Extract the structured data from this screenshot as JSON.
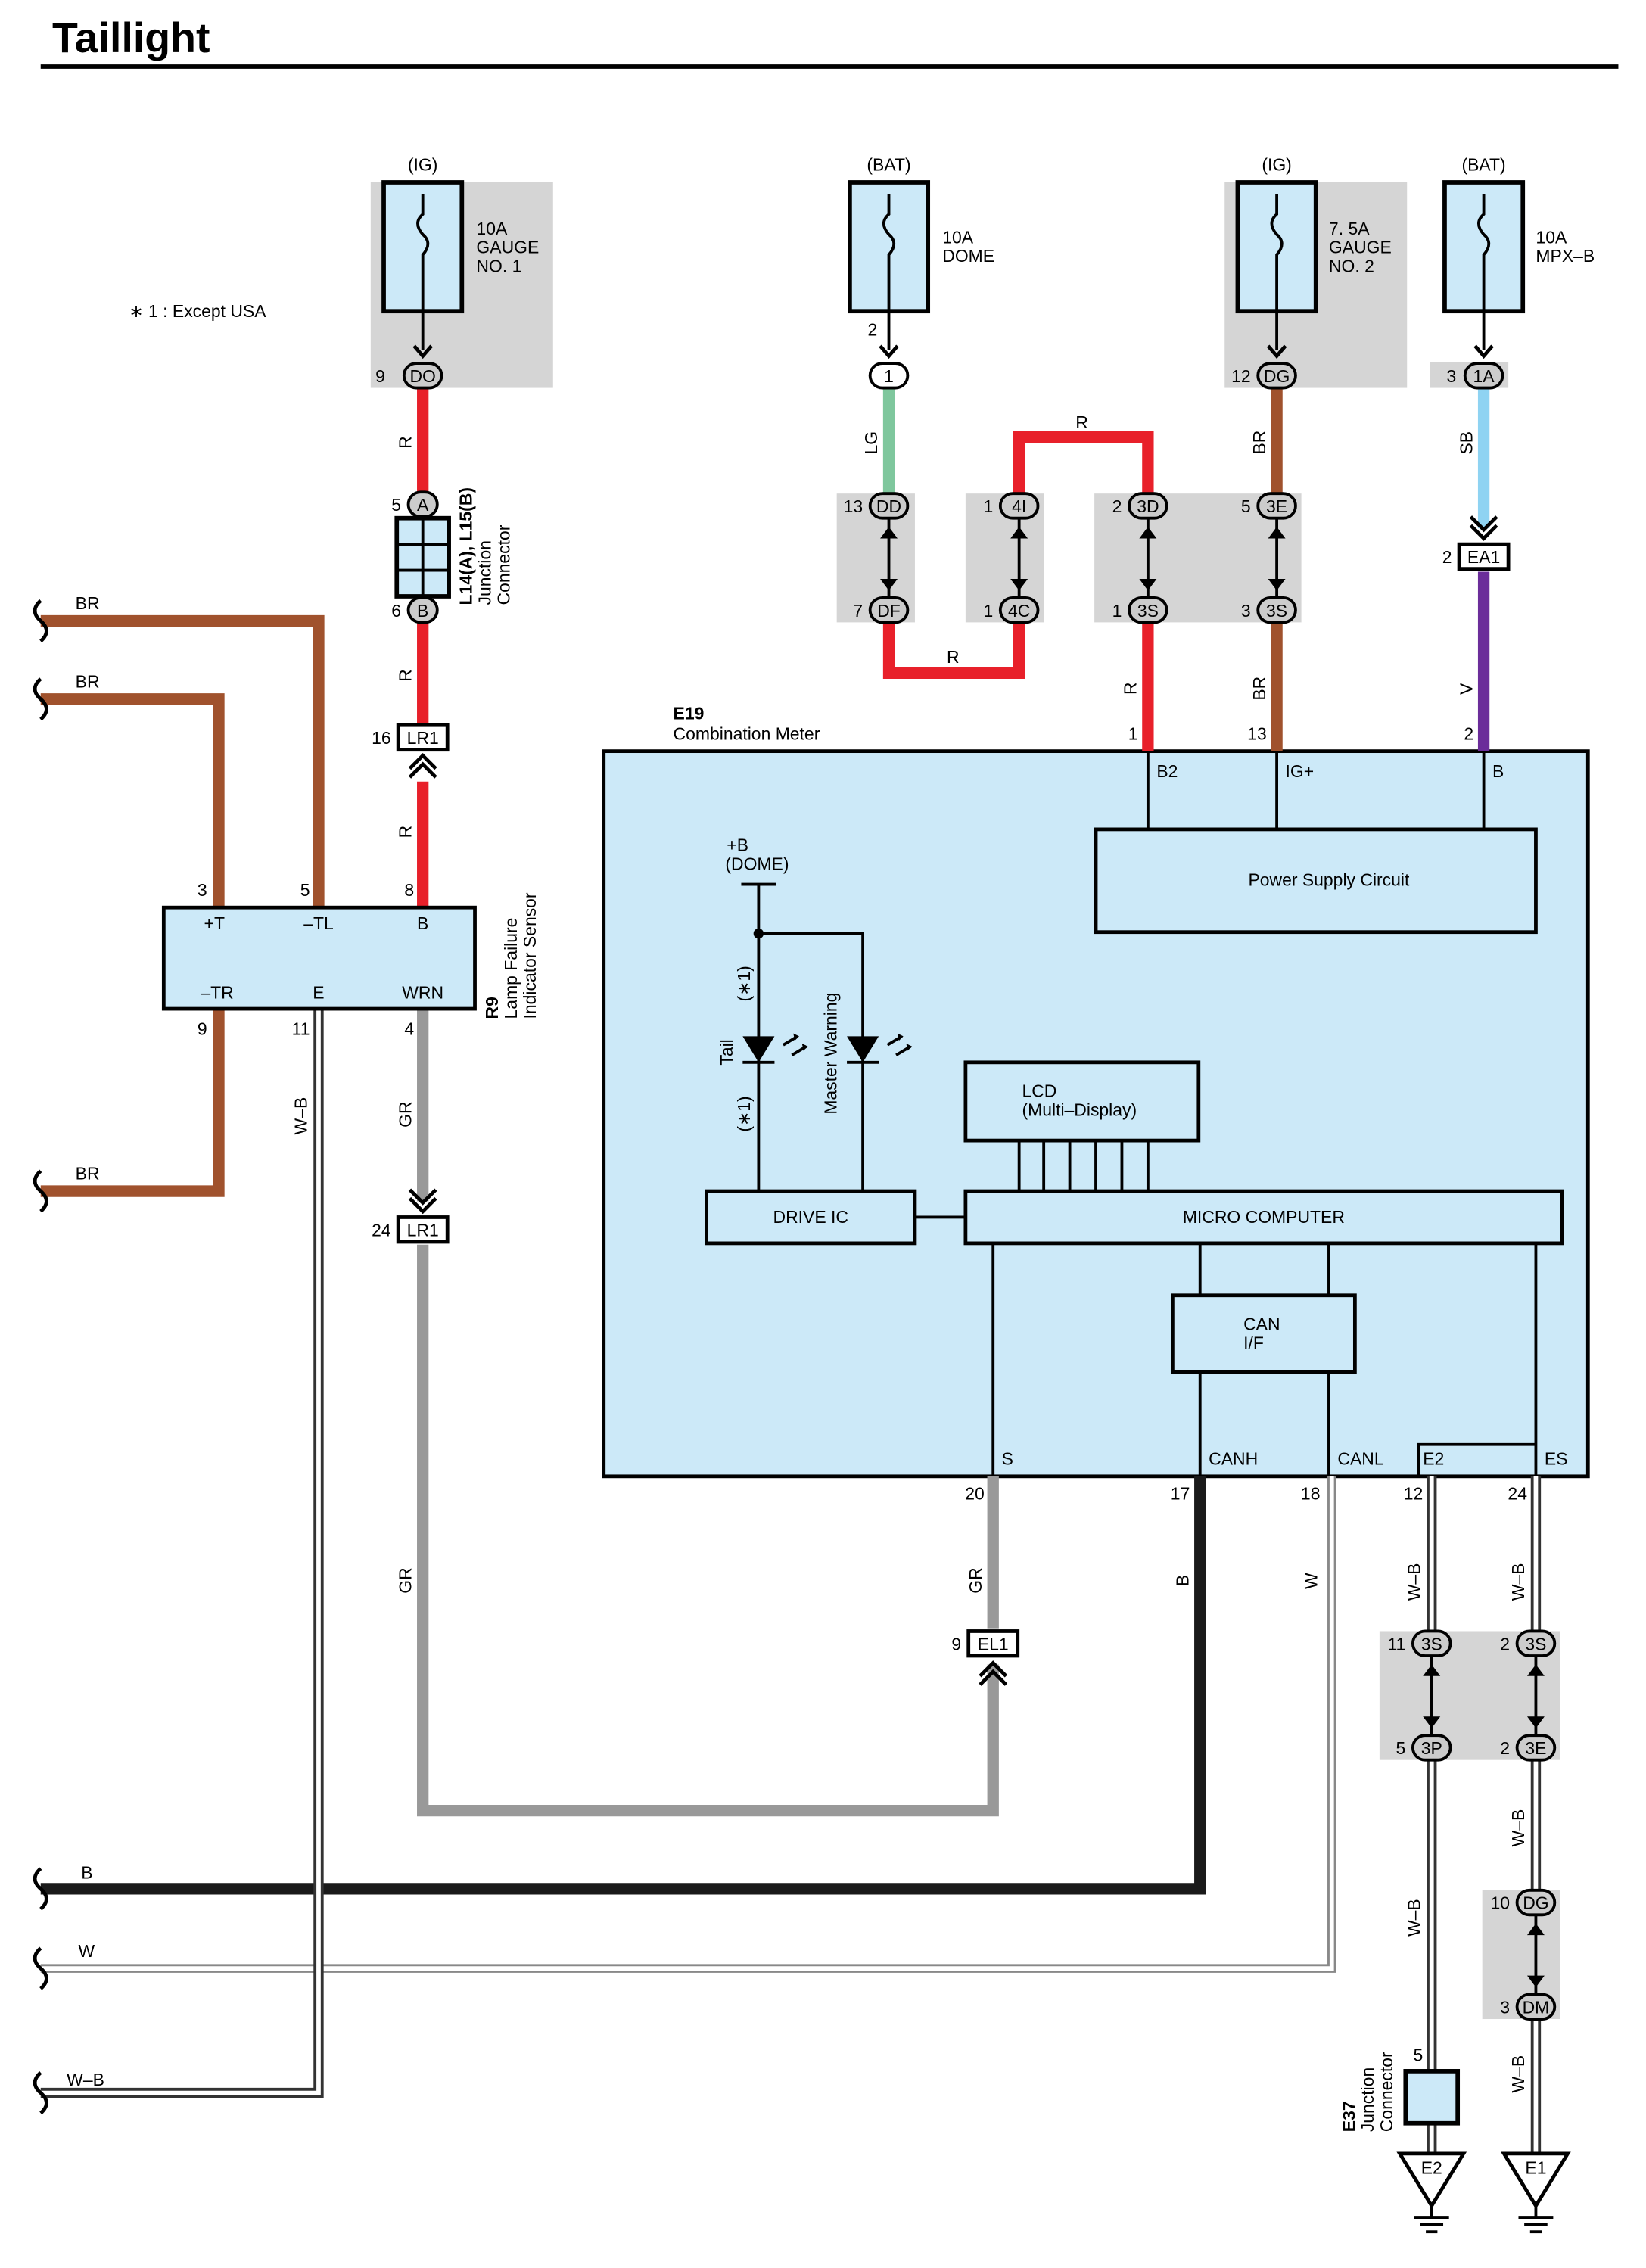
{
  "title": "Taillight",
  "footnote": "∗ 1 : Except USA",
  "colors": {
    "red": "#e8202a",
    "brown": "#a0522d",
    "gray": "#999999",
    "black": "#1a1a1a",
    "lightgreen": "#7fc79d",
    "lightblue": "#8fd3f2",
    "purple": "#6b2d9a",
    "meter_fill": "#cce9f8",
    "connector_shade": "#d5d5d5"
  },
  "fuses": {
    "gauge1": {
      "source": "(IG)",
      "l1": "10A",
      "l2": "GAUGE",
      "l3": "NO. 1"
    },
    "dome": {
      "source": "(BAT)",
      "l1": "10A",
      "l2": "DOME"
    },
    "gauge2": {
      "source": "(IG)",
      "l1": "7. 5A",
      "l2": "GAUGE",
      "l3": "NO. 2"
    },
    "mpxb": {
      "source": "(BAT)",
      "l1": "10A",
      "l2": "MPX–B"
    }
  },
  "connectors": {
    "DO": "DO",
    "c1": "1",
    "DG": "DG",
    "1A": "1A",
    "A": "A",
    "B": "B",
    "DD": "DD",
    "DF": "DF",
    "4I": "4I",
    "4C": "4C",
    "3D": "3D",
    "3S": "3S",
    "3E": "3E",
    "EA1": "EA1",
    "LR1": "LR1",
    "EL1": "EL1",
    "3P": "3P",
    "DM": "DM",
    "E2": "E2",
    "E1": "E1"
  },
  "pins": {
    "p9": "9",
    "p2": "2",
    "p12": "12",
    "p3": "3",
    "p5": "5",
    "p6": "6",
    "p13": "13",
    "p7": "7",
    "p1": "1",
    "p16": "16",
    "p8": "8",
    "p4": "4",
    "p11": "11",
    "p24": "24",
    "p20": "20",
    "p17": "17",
    "p18": "18",
    "p10": "10"
  },
  "wires": {
    "R": "R",
    "LG": "LG",
    "BR": "BR",
    "SB": "SB",
    "V": "V",
    "GR": "GR",
    "WB": "W–B",
    "B": "B",
    "W": "W"
  },
  "junction_l14": {
    "code": "L14(A), L15(B)",
    "l1": "Junction",
    "l2": "Connector"
  },
  "junction_e37": {
    "code": "E37",
    "l1": "Junction",
    "l2": "Connector"
  },
  "sensor": {
    "code": "R9",
    "l1": "Lamp Failure",
    "l2": "Indicator Sensor",
    "t_pos": "+T",
    "tl": "–TL",
    "b": "B",
    "tr": "–TR",
    "e": "E",
    "wrn": "WRN"
  },
  "meter": {
    "code": "E19",
    "name": "Combination Meter",
    "b2": "B2",
    "igp": "IG+",
    "b": "B",
    "power_supply": "Power Supply Circuit",
    "bdome1": "+B",
    "bdome2": "(DOME)",
    "tail": "Tail",
    "ast": "(∗1)",
    "master_warning": "Master Warning",
    "lcd1": "LCD",
    "lcd2": "(Multi–Display)",
    "drive_ic": "DRIVE IC",
    "micro": "MICRO COMPUTER",
    "can1": "CAN",
    "can2": "I/F",
    "s": "S",
    "canh": "CANH",
    "canl": "CANL",
    "e2": "E2",
    "es": "ES"
  }
}
